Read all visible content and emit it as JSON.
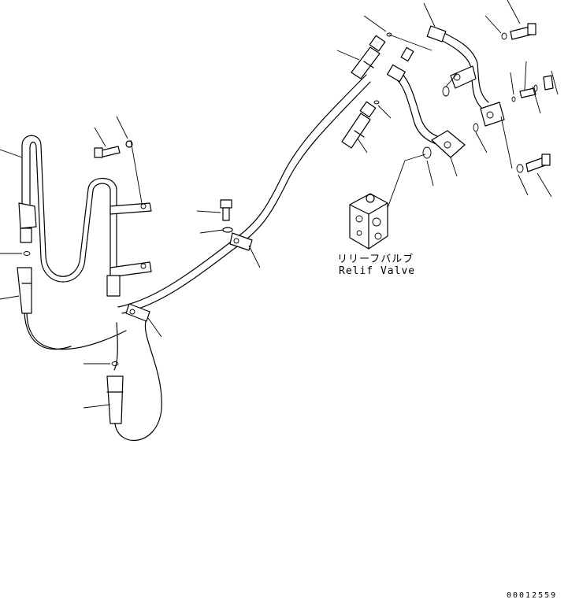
{
  "labels": {
    "relief_valve_jp": "リリーフバルブ",
    "relief_valve_en": "Relif Valve"
  },
  "drawing_number": "00012559"
}
